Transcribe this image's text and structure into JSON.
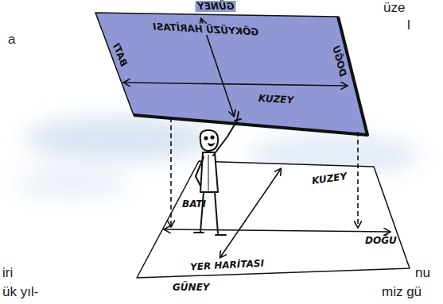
{
  "diagram": {
    "nodes": [
      {
        "text": [
          "GÜNEY",
          "GÖKYÜZÜ HARİTASI",
          "BATI",
          "DOĞU",
          "KUZEY"
        ]
      },
      {
        "text": [
          "KUZEY",
          "BATI",
          "DOĞU",
          "YER HARİTASI",
          "GÜNEY"
        ]
      }
    ],
    "edges": [
      {
        "from": 0,
        "to": 1,
        "arrow": "to"
      },
      {
        "from": 0,
        "to": 1,
        "arrow": "to"
      }
    ],
    "labels": [
      "üze",
      "l",
      "a",
      "iri",
      "ük yıl-",
      "nu",
      "miz gü"
    ]
  }
}
